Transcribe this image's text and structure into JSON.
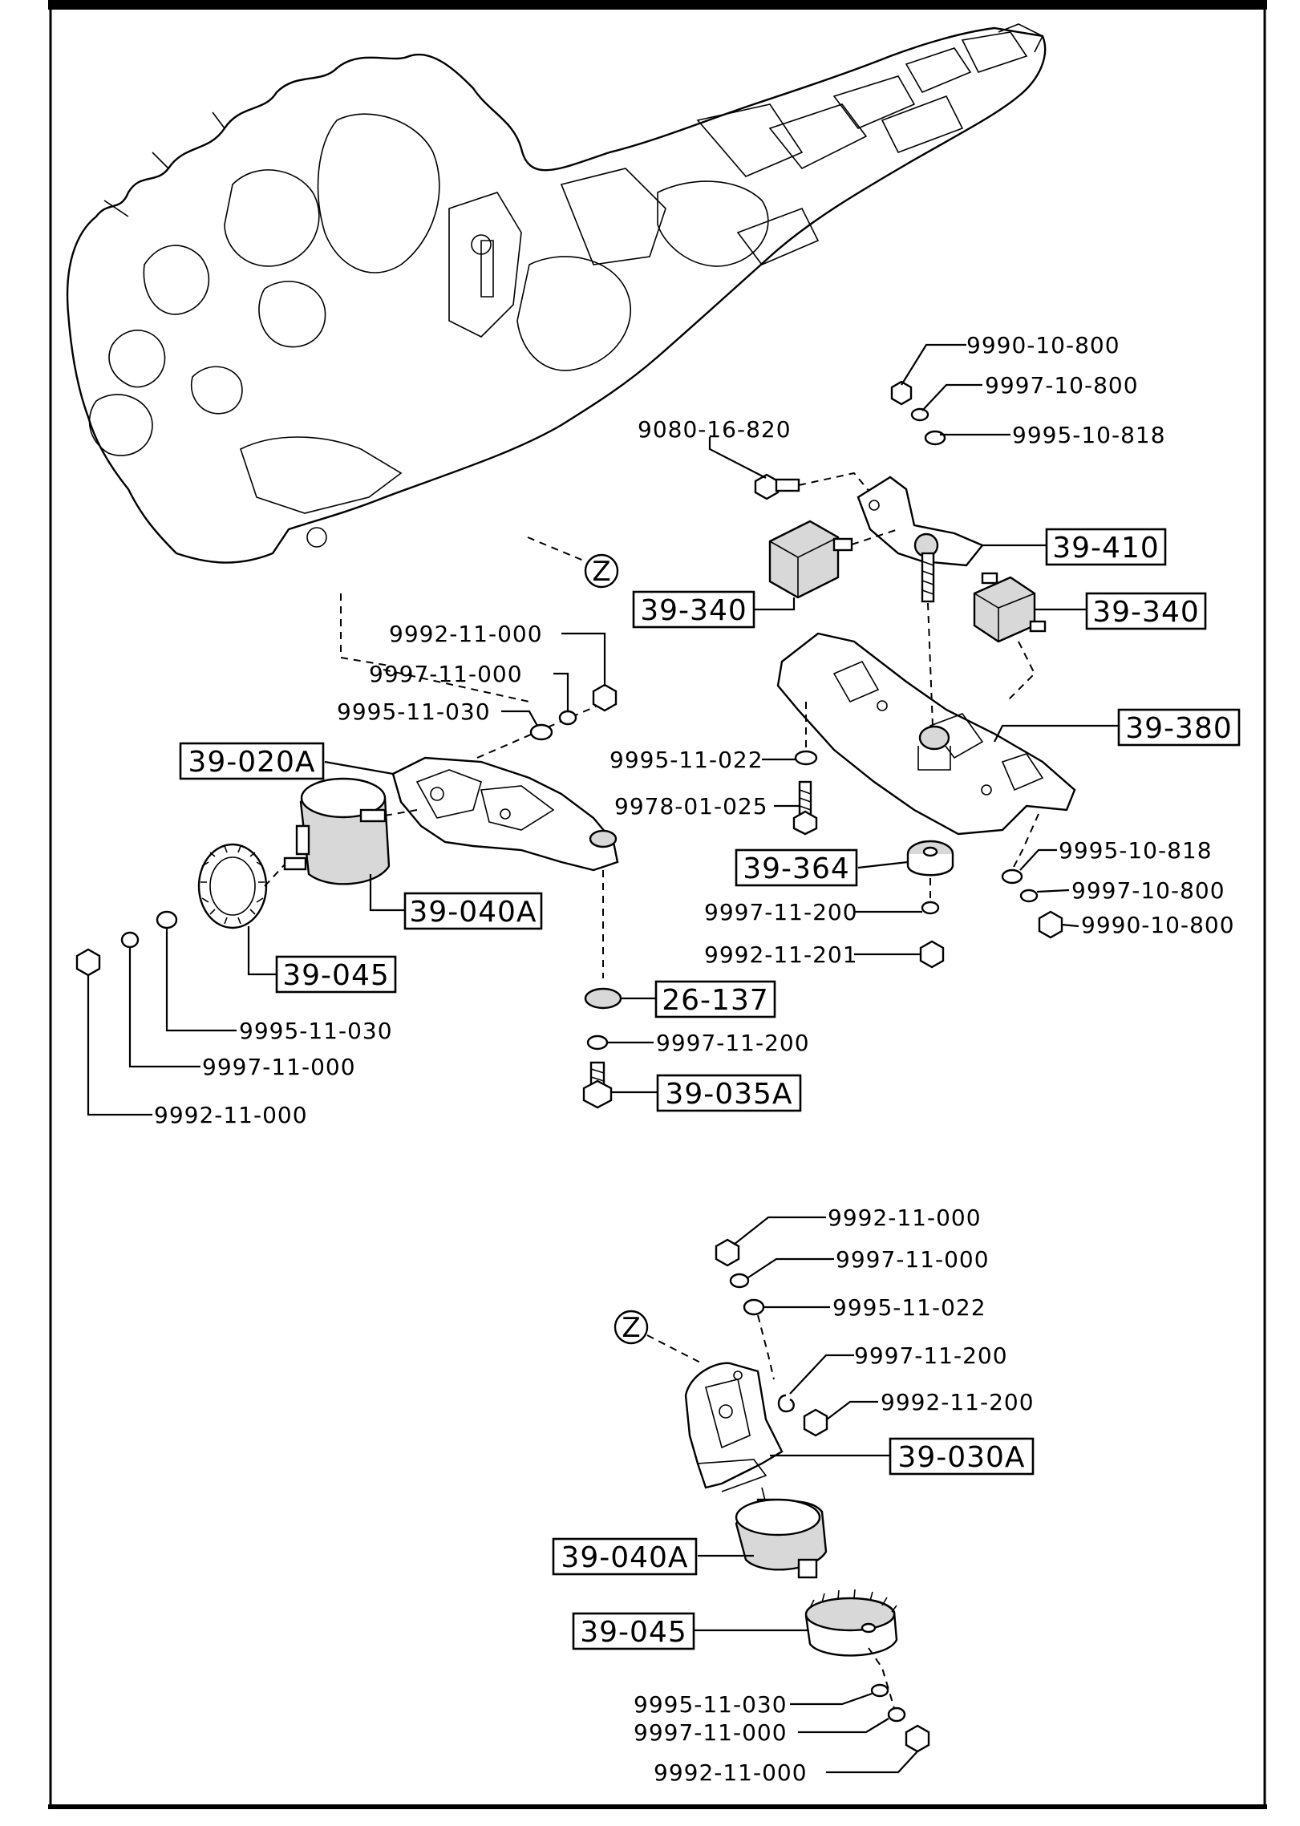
{
  "labels": {
    "top_nut_r": "9990-10-800",
    "top_lock_r": "9997-10-800",
    "top_wash_r": "9995-10-818",
    "bolt_9080": "9080-16-820",
    "box_39410": "39-410",
    "box_39340_l": "39-340",
    "box_39340_r": "39-340",
    "zref": "Z",
    "nut_left_top": "9992-11-000",
    "lock_left_top": "9997-11-000",
    "wash_left_top": "9995-11-030",
    "box_39020a": "39-020A",
    "box_39380": "39-380",
    "wash_9995_11_022": "9995-11-022",
    "bolt_9978": "9978-01-025",
    "box_39364": "39-364",
    "lock_9997_11_200": "9997-11-200",
    "nut_9992_11_201": "9992-11-201",
    "wash_r_lower": "9995-10-818",
    "lock_r_lower": "9997-10-800",
    "nut_r_lower": "9990-10-800",
    "box_39040a": "39-040A",
    "box_39045": "39-045",
    "box_26137": "26-137",
    "lock_mid_200": "9997-11-200",
    "box_39035a": "39-035A",
    "wash_left_bot": "9995-11-030",
    "lock_left_bot": "9997-11-000",
    "nut_left_bot": "9992-11-000",
    "b_nut_top": "9992-11-000",
    "b_lock_top": "9997-11-000",
    "b_wash_top": "9995-11-022",
    "b_lock_200": "9997-11-200",
    "b_nut_200": "9992-11-200",
    "b_zref": "Z",
    "b_box_39030a": "39-030A",
    "b_box_39040a": "39-040A",
    "b_box_39045": "39-045",
    "b_wash_bot": "9995-11-030",
    "b_lock_bot": "9997-11-000",
    "b_nut_bot": "9992-11-000"
  }
}
